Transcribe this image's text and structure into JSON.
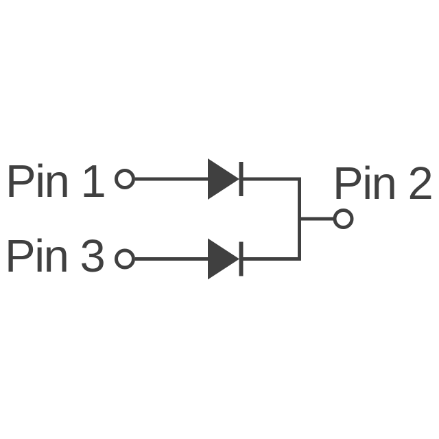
{
  "schematic": {
    "pin_labels": {
      "pin1": "Pin 1",
      "pin2": "Pin 2",
      "pin3": "Pin 3"
    },
    "symbols": [
      {
        "name": "diode-1",
        "icon": "diode-icon"
      },
      {
        "name": "diode-2",
        "icon": "diode-icon"
      },
      {
        "name": "pin1-terminal",
        "icon": "open-circle-terminal-icon"
      },
      {
        "name": "pin2-terminal",
        "icon": "open-circle-terminal-icon"
      },
      {
        "name": "pin3-terminal",
        "icon": "open-circle-terminal-icon"
      }
    ]
  },
  "colors": {
    "background": "#ffffff",
    "schematic": "#404040"
  }
}
